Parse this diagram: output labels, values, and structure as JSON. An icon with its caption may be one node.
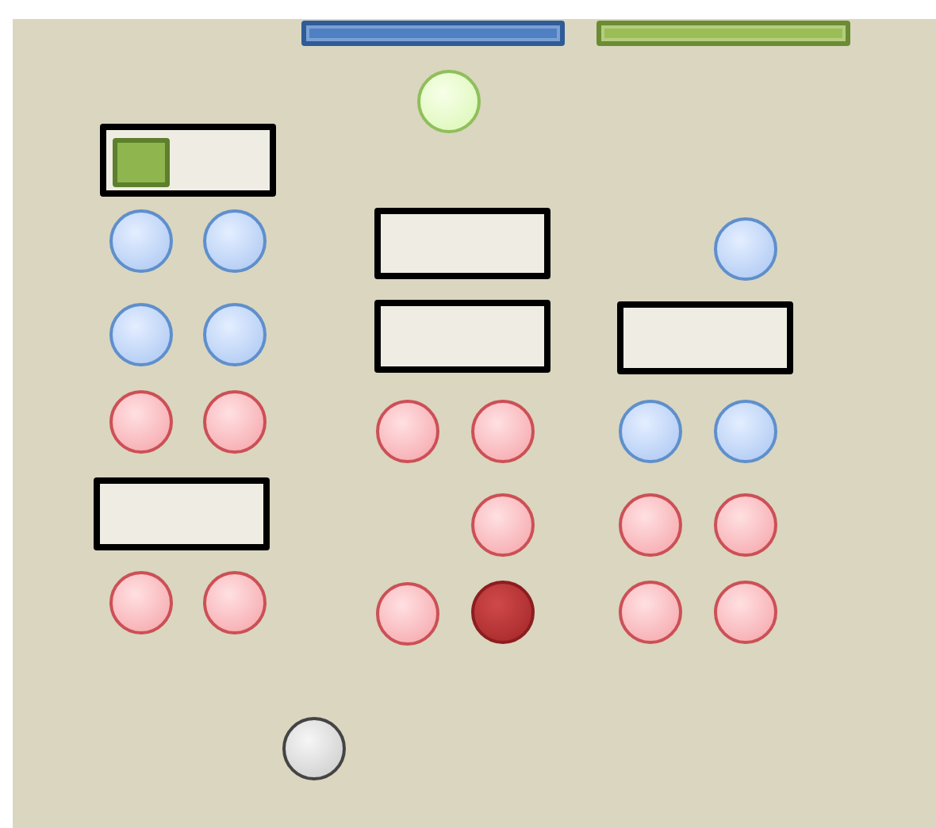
{
  "diagram": {
    "nodes": [
      {
        "text": [],
        "shape": "bar"
      },
      {
        "text": [],
        "shape": "bar"
      },
      {
        "text": [],
        "shape": "circle"
      },
      {
        "text": [],
        "shape": "box"
      },
      {
        "text": [],
        "shape": "box",
        "in": 3
      },
      {
        "text": [],
        "shape": "box"
      },
      {
        "text": [],
        "shape": "circle"
      },
      {
        "text": [],
        "shape": "circle"
      },
      {
        "text": [],
        "shape": "circle"
      },
      {
        "text": [],
        "shape": "box"
      },
      {
        "text": [],
        "shape": "box"
      },
      {
        "text": [],
        "shape": "circle"
      },
      {
        "text": [],
        "shape": "circle"
      },
      {
        "text": [],
        "shape": "circle"
      },
      {
        "text": [],
        "shape": "circle"
      },
      {
        "text": [],
        "shape": "circle"
      },
      {
        "text": [],
        "shape": "circle"
      },
      {
        "text": [],
        "shape": "circle"
      },
      {
        "text": [],
        "shape": "circle"
      },
      {
        "text": [],
        "shape": "box"
      },
      {
        "text": [],
        "shape": "circle"
      },
      {
        "text": [],
        "shape": "circle"
      },
      {
        "text": [],
        "shape": "circle"
      },
      {
        "text": [],
        "shape": "circle"
      },
      {
        "text": [],
        "shape": "circle"
      },
      {
        "text": [],
        "shape": "circle"
      },
      {
        "text": [],
        "shape": "circle"
      },
      {
        "text": [],
        "shape": "circle"
      },
      {
        "text": [],
        "shape": "circle"
      },
      {
        "text": [],
        "shape": "circle"
      }
    ]
  }
}
